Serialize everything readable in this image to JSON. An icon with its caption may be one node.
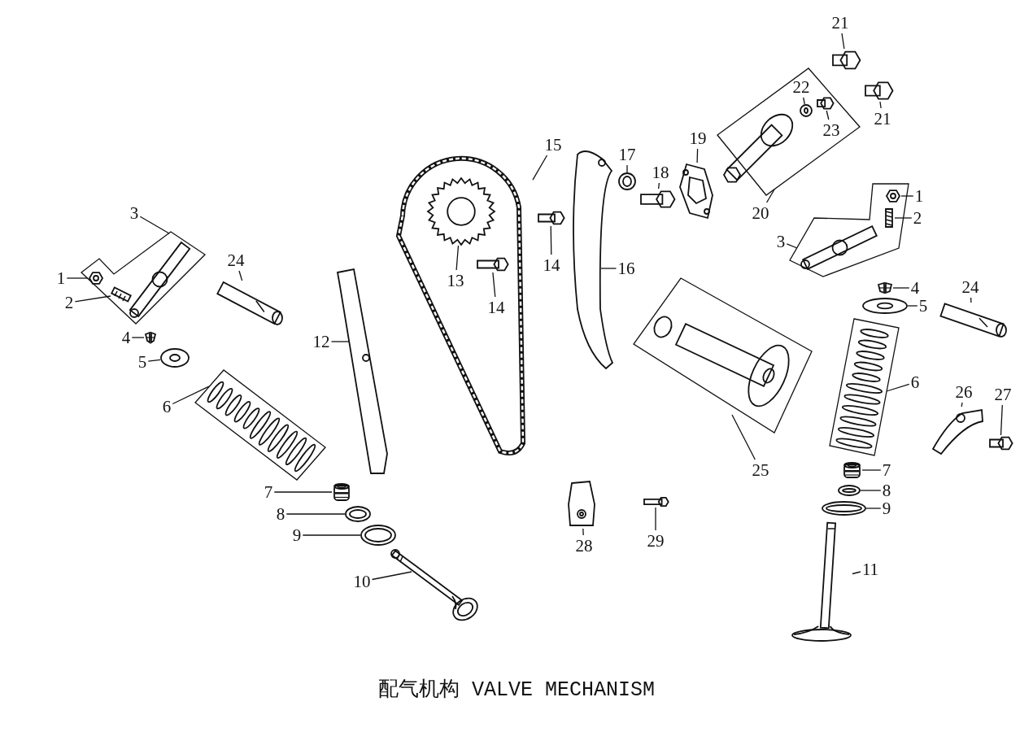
{
  "diagram": {
    "caption": "配气机构 VALVE MECHANISM",
    "nodes": [
      {
        "text": [
          "1"
        ]
      },
      {
        "text": [
          "2"
        ]
      },
      {
        "text": [
          "3"
        ]
      },
      {
        "text": [],
        "shape": "box"
      },
      {
        "text": [],
        "shape": "picture",
        "in": 3
      },
      {
        "text": [],
        "shape": "picture",
        "in": 3
      },
      {
        "text": [
          "24"
        ]
      },
      {
        "text": [],
        "shape": "picture"
      },
      {
        "text": [
          "4"
        ]
      },
      {
        "text": [],
        "shape": "picture"
      },
      {
        "text": [
          "5"
        ]
      },
      {
        "text": [],
        "shape": "picture"
      },
      {
        "text": [
          "6"
        ]
      },
      {
        "text": [],
        "shape": "box"
      },
      {
        "text": [
          "7"
        ]
      },
      {
        "text": [],
        "shape": "picture"
      },
      {
        "text": [
          "8"
        ]
      },
      {
        "text": [],
        "shape": "picture"
      },
      {
        "text": [
          "9"
        ]
      },
      {
        "text": [],
        "shape": "picture"
      },
      {
        "text": [
          "10"
        ]
      },
      {
        "text": [],
        "shape": "picture"
      },
      {
        "text": [
          "12"
        ]
      },
      {
        "text": [],
        "shape": "picture"
      },
      {
        "text": [
          "15"
        ]
      },
      {
        "text": [],
        "shape": "picture"
      },
      {
        "text": [
          "13"
        ],
        "in": 25
      },
      {
        "text": [],
        "shape": "picture",
        "in": 25
      },
      {
        "text": [
          "14"
        ],
        "in": 25
      },
      {
        "text": [],
        "shape": "picture",
        "in": 25
      },
      {
        "text": [
          "14"
        ]
      },
      {
        "text": [],
        "shape": "picture"
      },
      {
        "text": [
          "16"
        ]
      },
      {
        "text": [],
        "shape": "picture"
      },
      {
        "text": [
          "17"
        ]
      },
      {
        "text": [],
        "shape": "picture"
      },
      {
        "text": [
          "18"
        ]
      },
      {
        "text": [],
        "shape": "picture"
      },
      {
        "text": [
          "19"
        ]
      },
      {
        "text": [],
        "shape": "picture"
      },
      {
        "text": [
          "20"
        ]
      },
      {
        "text": [],
        "shape": "box"
      },
      {
        "text": [
          "22"
        ],
        "in": 41
      },
      {
        "text": [],
        "shape": "picture",
        "in": 41
      },
      {
        "text": [
          "23"
        ],
        "in": 41
      },
      {
        "text": [],
        "shape": "picture",
        "in": 41
      },
      {
        "text": [
          "21"
        ]
      },
      {
        "text": [],
        "shape": "picture"
      },
      {
        "text": [
          "21"
        ]
      },
      {
        "text": [],
        "shape": "picture"
      },
      {
        "text": [
          "1"
        ]
      },
      {
        "text": [
          "2"
        ]
      },
      {
        "text": [
          "3"
        ]
      },
      {
        "text": [],
        "shape": "box"
      },
      {
        "text": [],
        "shape": "picture",
        "in": 53
      },
      {
        "text": [],
        "shape": "picture",
        "in": 53
      },
      {
        "text": [
          "4"
        ]
      },
      {
        "text": [],
        "shape": "picture"
      },
      {
        "text": [
          "5"
        ]
      },
      {
        "text": [],
        "shape": "picture"
      },
      {
        "text": [
          "25"
        ]
      },
      {
        "text": [],
        "shape": "box"
      },
      {
        "text": [
          "6"
        ]
      },
      {
        "text": [],
        "shape": "box"
      },
      {
        "text": [
          "24"
        ]
      },
      {
        "text": [],
        "shape": "picture"
      },
      {
        "text": [
          "26"
        ]
      },
      {
        "text": [],
        "shape": "picture"
      },
      {
        "text": [
          "27"
        ]
      },
      {
        "text": [],
        "shape": "picture"
      },
      {
        "text": [
          "7"
        ]
      },
      {
        "text": [],
        "shape": "picture"
      },
      {
        "text": [
          "8"
        ]
      },
      {
        "text": [],
        "shape": "picture"
      },
      {
        "text": [
          "9"
        ]
      },
      {
        "text": [],
        "shape": "picture"
      },
      {
        "text": [
          "11"
        ]
      },
      {
        "text": [],
        "shape": "picture"
      },
      {
        "text": [
          "28"
        ]
      },
      {
        "text": [],
        "shape": "picture"
      },
      {
        "text": [
          "29"
        ]
      },
      {
        "text": [],
        "shape": "picture"
      }
    ],
    "edges": [
      {
        "from": 0,
        "to": 4,
        "arrow": "none"
      },
      {
        "from": 1,
        "to": 5,
        "arrow": "none"
      },
      {
        "from": 2,
        "to": 3,
        "arrow": "none"
      },
      {
        "from": 6,
        "to": 7,
        "arrow": "none"
      },
      {
        "from": 8,
        "to": 9,
        "arrow": "none"
      },
      {
        "from": 10,
        "to": 11,
        "arrow": "none"
      },
      {
        "from": 12,
        "to": 13,
        "arrow": "none"
      },
      {
        "from": 14,
        "to": 15,
        "arrow": "none"
      },
      {
        "from": 16,
        "to": 17,
        "arrow": "none"
      },
      {
        "from": 18,
        "to": 19,
        "arrow": "none"
      },
      {
        "from": 20,
        "to": 21,
        "arrow": "none"
      },
      {
        "from": 22,
        "to": 23,
        "arrow": "none"
      },
      {
        "from": 24,
        "to": 25,
        "arrow": "none"
      },
      {
        "from": 26,
        "to": 27,
        "arrow": "none"
      },
      {
        "from": 28,
        "to": 29,
        "arrow": "none"
      },
      {
        "from": 30,
        "to": 31,
        "arrow": "none"
      },
      {
        "from": 32,
        "to": 33,
        "arrow": "none"
      },
      {
        "from": 34,
        "to": 35,
        "arrow": "none"
      },
      {
        "from": 36,
        "to": 37,
        "arrow": "none"
      },
      {
        "from": 38,
        "to": 39,
        "arrow": "none"
      },
      {
        "from": 40,
        "to": 41,
        "arrow": "none"
      },
      {
        "from": 42,
        "to": 43,
        "arrow": "none"
      },
      {
        "from": 44,
        "to": 45,
        "arrow": "none"
      },
      {
        "from": 46,
        "to": 47,
        "arrow": "none"
      },
      {
        "from": 48,
        "to": 49,
        "arrow": "none"
      },
      {
        "from": 50,
        "to": 54,
        "arrow": "none"
      },
      {
        "from": 51,
        "to": 55,
        "arrow": "none"
      },
      {
        "from": 52,
        "to": 53,
        "arrow": "none"
      },
      {
        "from": 56,
        "to": 57,
        "arrow": "none"
      },
      {
        "from": 58,
        "to": 59,
        "arrow": "none"
      },
      {
        "from": 60,
        "to": 61,
        "arrow": "none"
      },
      {
        "from": 62,
        "to": 63,
        "arrow": "none"
      },
      {
        "from": 64,
        "to": 65,
        "arrow": "none"
      },
      {
        "from": 66,
        "to": 67,
        "arrow": "none"
      },
      {
        "from": 68,
        "to": 69,
        "arrow": "none"
      },
      {
        "from": 70,
        "to": 71,
        "arrow": "none"
      },
      {
        "from": 72,
        "to": 73,
        "arrow": "none"
      },
      {
        "from": 74,
        "to": 75,
        "arrow": "none"
      },
      {
        "from": 76,
        "to": 77,
        "arrow": "none"
      },
      {
        "from": 78,
        "to": 79,
        "arrow": "none"
      },
      {
        "from": 80,
        "to": 81,
        "arrow": "none"
      }
    ]
  }
}
